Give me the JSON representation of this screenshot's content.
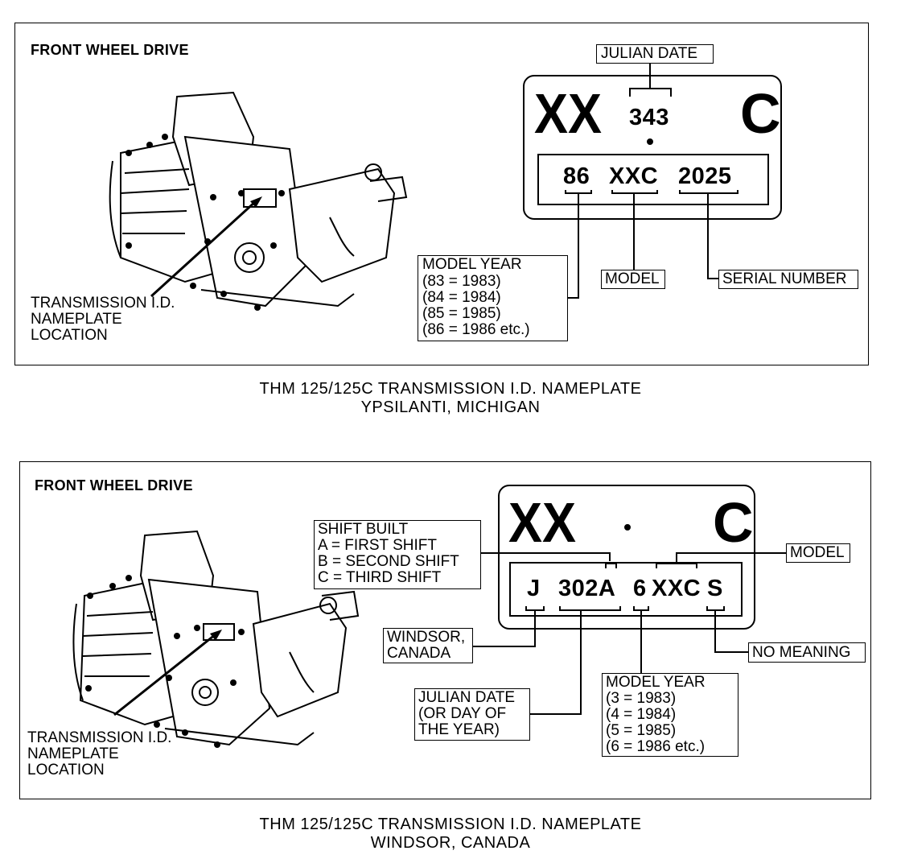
{
  "top": {
    "heading": "FRONT WHEEL DRIVE",
    "nameplate_label": [
      "TRANSMISSION I.D.",
      "NAMEPLATE",
      "LOCATION"
    ],
    "plate": {
      "left_code": "XX",
      "julian_code": "343",
      "right_code": "C",
      "model_year_code": "86",
      "model_code": "XXC",
      "serial_code": "2025"
    },
    "callouts": {
      "julian_date": "JULIAN DATE",
      "model": "MODEL",
      "serial_number": "SERIAL NUMBER",
      "model_year_lines": [
        "MODEL YEAR",
        "(83  =  1983)",
        "(84  =  1984)",
        "(85  =  1985)",
        "(86  =  1986 etc.)"
      ]
    },
    "caption_lines": [
      "THM 125/125C TRANSMISSION I.D. NAMEPLATE",
      "YPSILANTI, MICHIGAN"
    ]
  },
  "bottom": {
    "heading": "FRONT WHEEL DRIVE",
    "nameplate_label": [
      "TRANSMISSION I.D.",
      "NAMEPLATE",
      "LOCATION"
    ],
    "plate": {
      "left_code": "XX",
      "right_code": "C",
      "shift_code": "J",
      "julian_code": "302A",
      "year_code": "6",
      "model_code": "XXC",
      "meaning_code": "S"
    },
    "callouts": {
      "shift_built_lines": [
        "SHIFT BUILT",
        "A  =  FIRST SHIFT",
        "B  =  SECOND SHIFT",
        "C  =  THIRD SHIFT"
      ],
      "model": "MODEL",
      "windsor_lines": [
        "WINDSOR,",
        "CANADA"
      ],
      "no_meaning": "NO MEANING",
      "julian_lines": [
        "JULIAN DATE",
        "(OR DAY OF",
        "THE YEAR)"
      ],
      "model_year_lines": [
        "MODEL YEAR",
        "(3  =  1983)",
        "(4  =  1984)",
        "(5  =  1985)",
        "(6  =  1986 etc.)"
      ]
    },
    "caption_lines": [
      "THM 125/125C TRANSMISSION I.D. NAMEPLATE",
      "WINDSOR, CANADA"
    ]
  }
}
